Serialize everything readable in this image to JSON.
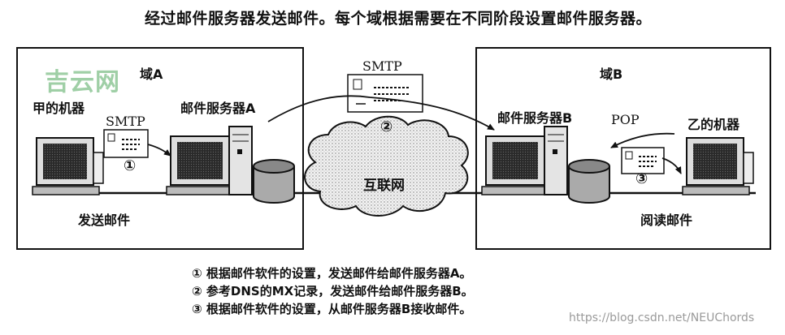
{
  "title": "经过邮件服务器发送邮件。每个域根据需要在不同阶段设置邮件服务器。",
  "domain_a": {
    "label": "域A",
    "machine_label": "甲的机器",
    "server_label": "邮件服务器A",
    "send_label": "发送邮件",
    "smtp_label": "SMTP",
    "step": "①"
  },
  "domain_b": {
    "label": "域B",
    "machine_label": "乙的机器",
    "server_label": "邮件服务器B",
    "read_label": "阅读邮件",
    "pop_label": "POP",
    "step": "③"
  },
  "internet": {
    "label": "互联网",
    "smtp_label": "SMTP",
    "step": "②"
  },
  "legend": [
    "① 根据邮件软件的设置，发送邮件给邮件服务器A。",
    "② 参考DNS的MX记录，发送邮件给邮件服务器B。",
    "③ 根据邮件软件的设置，从邮件服务器B接收邮件。"
  ],
  "watermark": {
    "logo": "吉云网",
    "url": "https://blog.csdn.net/NEUChords"
  }
}
